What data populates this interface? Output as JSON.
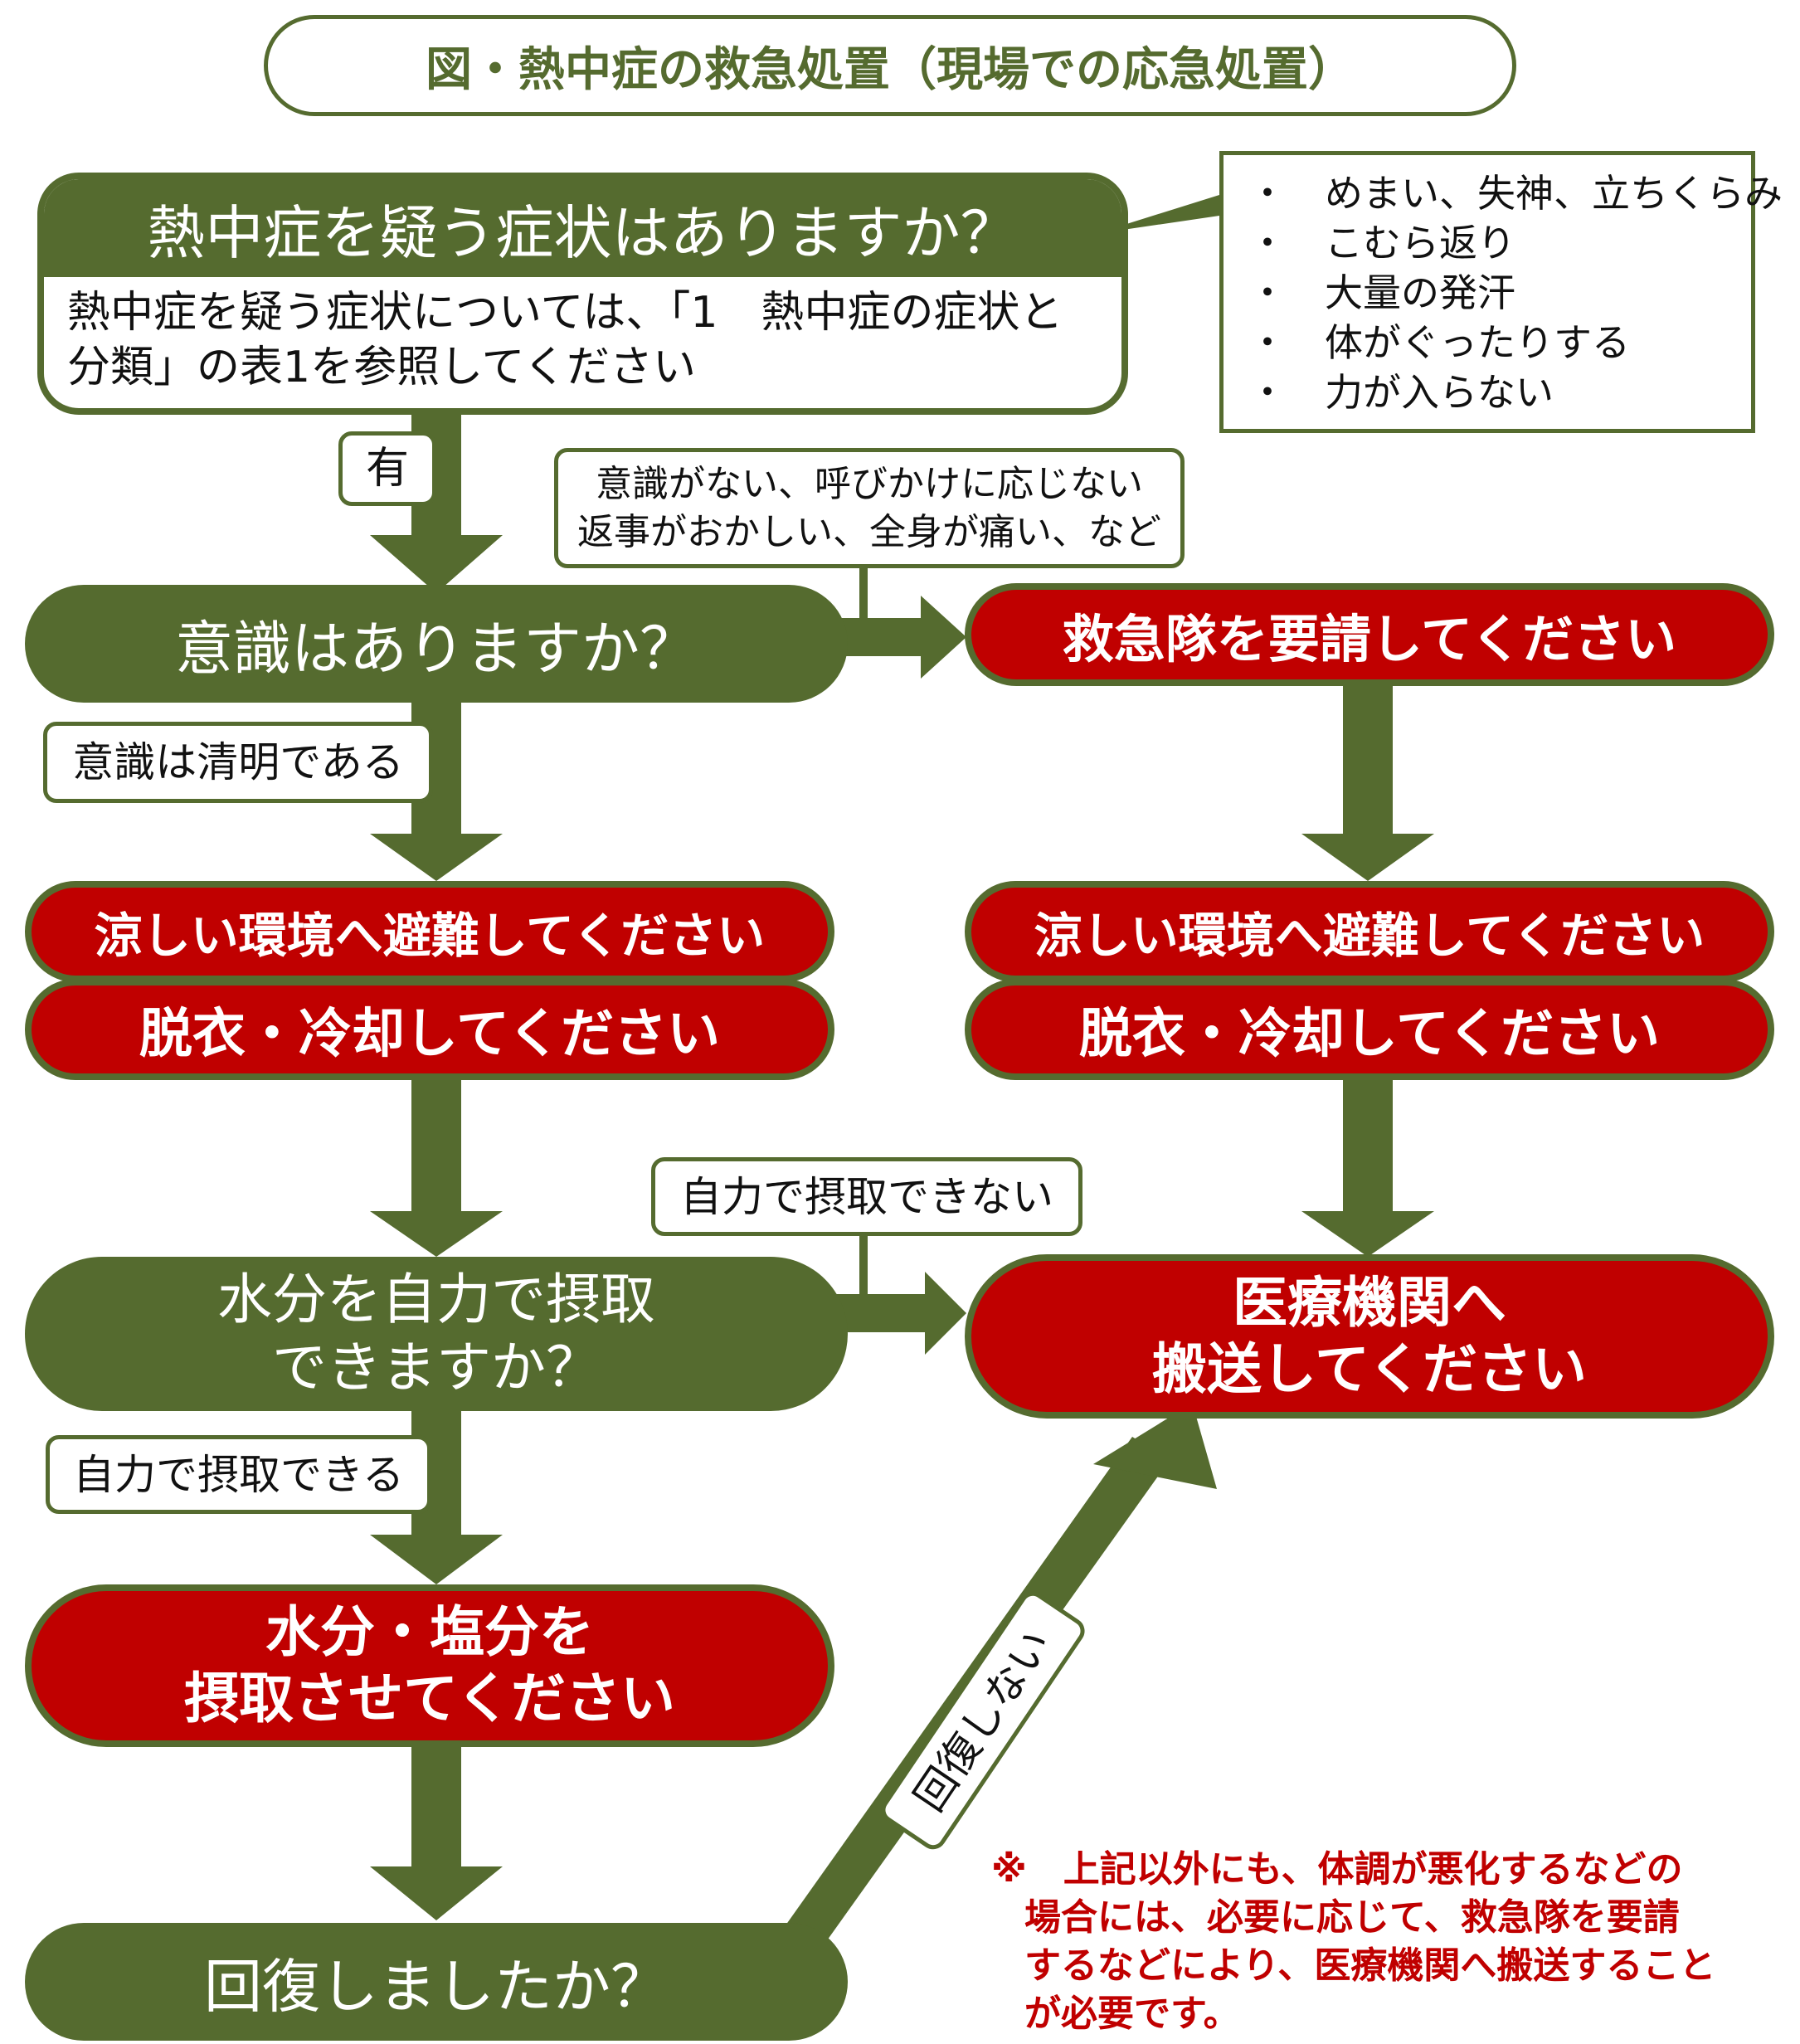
{
  "title": "図・熱中症の救急処置（現場での応急処置）",
  "q1": {
    "heading": "熱中症を疑う症状はありますか？",
    "note_line1": "熱中症を疑う症状については、「1　熱中症の症状と",
    "note_line2": "分類」の表1を参照してください"
  },
  "symptoms": [
    "・　めまい、失神、立ちくらみ",
    "・　こむら返り",
    "・　大量の発汗",
    "・　体がぐったりする",
    "・　力が入らない"
  ],
  "labels": {
    "yes": "有",
    "no_consciousness_line1": "意識がない、呼びかけに応じない",
    "no_consciousness_line2": "返事がおかしい、全身が痛い、など",
    "conscious": "意識は清明である",
    "cannot_drink": "自力で摂取できない",
    "can_drink": "自力で摂取できる",
    "not_recovered": "回復しない"
  },
  "q2": "意識はありますか？",
  "call_ambulance": "救急隊を要請してください",
  "evacuate_left": "涼しい環境へ避難してください",
  "cool_left": "脱衣・冷却してください",
  "evacuate_right": "涼しい環境へ避難してください",
  "cool_right": "脱衣・冷却してください",
  "q3": {
    "line1": "水分を自力で摂取",
    "line2": "できますか？"
  },
  "hospital": {
    "line1": "医療機関へ",
    "line2": "搬送してください"
  },
  "hydrate": {
    "line1": "水分・塩分を",
    "line2": "摂取させてください"
  },
  "q4": "回復しましたか？",
  "footnote": {
    "line1": "※　上記以外にも、体調が悪化するなどの",
    "line2": "場合には、必要に応じて、救急隊を要請",
    "line3": "するなどにより、医療機関へ搬送すること",
    "line4": "が必要です。"
  },
  "colors": {
    "green": "#556b2f",
    "red": "#c00000",
    "footnote": "#c00000"
  }
}
